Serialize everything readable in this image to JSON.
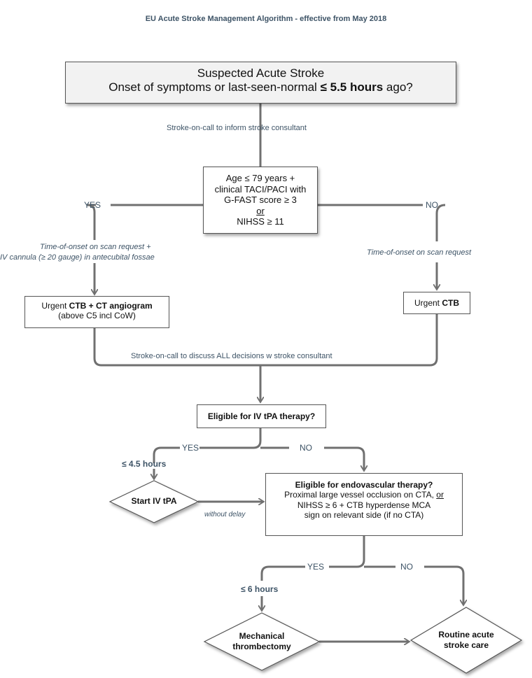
{
  "title": "EU Acute Stroke Management Algorithm - effective from May 2018",
  "start": {
    "line1": "Suspected Acute Stroke",
    "line2_pre": "Onset of symptoms or last-seen-normal ",
    "line2_bold": "≤ 5.5 hours",
    "line2_post": " ago?"
  },
  "inform_label": "Stroke-on-call to inform stroke consultant",
  "criteria": {
    "line1": "Age ≤ 79 years +",
    "line2": "clinical TACI/PACI with",
    "line3": "G-FAST score ≥ 3",
    "line4": "or",
    "line5": "NIHSS ≥ 11"
  },
  "yes1": "YES",
  "no1": "NO",
  "left_note_line1": "Time-of-onset on scan request +",
  "left_note_line2": "IV cannula (≥ 20 gauge) in antecubital fossae",
  "right_note": "Time-of-onset on scan request",
  "ctb_cta": {
    "pre": "Urgent ",
    "bold": "CTB + CT angiogram",
    "line2": "(above C5 incl CoW)"
  },
  "ctb": {
    "pre": "Urgent ",
    "bold": "CTB"
  },
  "discuss_label": "Stroke-on-call to discuss ALL decisions w stroke consultant",
  "eligible_tpa": "Eligible for IV tPA therapy?",
  "yes2": "YES",
  "no2": "NO",
  "time_45": "≤ 4.5 hours",
  "start_tpa": "Start IV tPA",
  "without_delay": "without delay",
  "evt": {
    "title": "Eligible for endovascular therapy?",
    "line2_pre": "Proximal large vessel occlusion on CTA, ",
    "line2_or": "or",
    "line3": "NIHSS ≥ 6 + CTB hyperdense MCA",
    "line4": "sign on relevant side (if no CTA)"
  },
  "yes3": "YES",
  "no3": "NO",
  "time_6": "≤  6 hours",
  "thrombectomy_line1": "Mechanical",
  "thrombectomy_line2": "thrombectomy",
  "routine_line1": "Routine acute",
  "routine_line2": "stroke care",
  "colors": {
    "line": "#707070",
    "label": "#3d5366",
    "start_fill": "#f2f2f2"
  }
}
